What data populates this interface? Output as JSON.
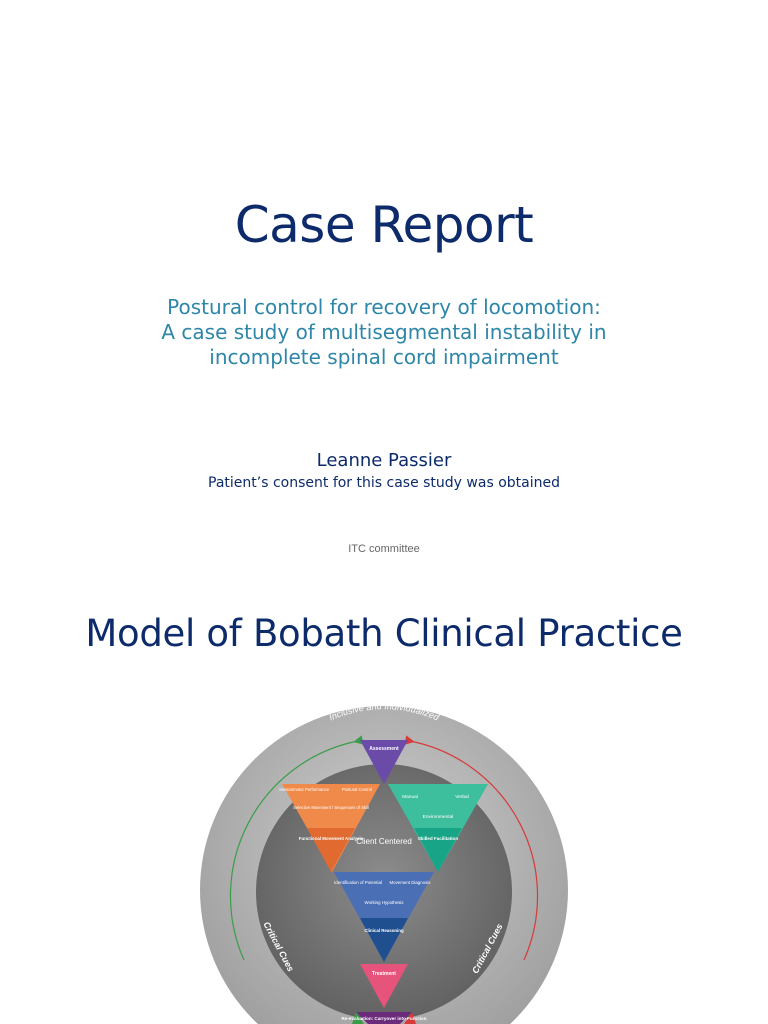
{
  "slide1": {
    "title": "Case Report",
    "subtitle_lines": [
      "Postural control for recovery of locomotion:",
      "A case study of multisegmental instability in",
      "incomplete spinal cord impairment"
    ],
    "author": "Leanne Passier",
    "consent": "Patient’s consent for this case study was obtained",
    "committee": "ITC committee"
  },
  "slide2": {
    "title": "Model of Bobath Clinical Practice",
    "diagram": {
      "ring_label_top": "Inclusive and Individualized",
      "ring_label_left": "Critical Cues",
      "ring_label_right": "Critical Cues",
      "assessment": "Assessment",
      "orange": {
        "top_left": "Sensorimotor Performance",
        "top_right": "Postural Control",
        "middle": "Selective Movement / Sequences of Skill",
        "bottom": "Functional Movement Analysis"
      },
      "green": {
        "top_left": "Manual",
        "top_right": "Verbal",
        "middle": "Environmental",
        "bottom": "Skilled Facilitation"
      },
      "center_label": "Client Centered",
      "blue": {
        "top_left": "Identification of Potential",
        "top_right": "Movement Diagnosis",
        "middle": "Working Hypothesis",
        "bottom": "Clinical Reasoning"
      },
      "treatment": "Treatment",
      "reevaluation": "Re-evaluation: Carryover into Function",
      "colors": {
        "outer_ring": "#b4b4b4",
        "inner_disc": "#7a7a7a",
        "orange": "#f08a4b",
        "green": "#3dbf9d",
        "blue": "#4b6fb5",
        "purple": "#6a4ba8",
        "pink": "#e6537b",
        "arrow_green": "#3a9d4a",
        "arrow_red": "#d63a3a"
      }
    }
  }
}
